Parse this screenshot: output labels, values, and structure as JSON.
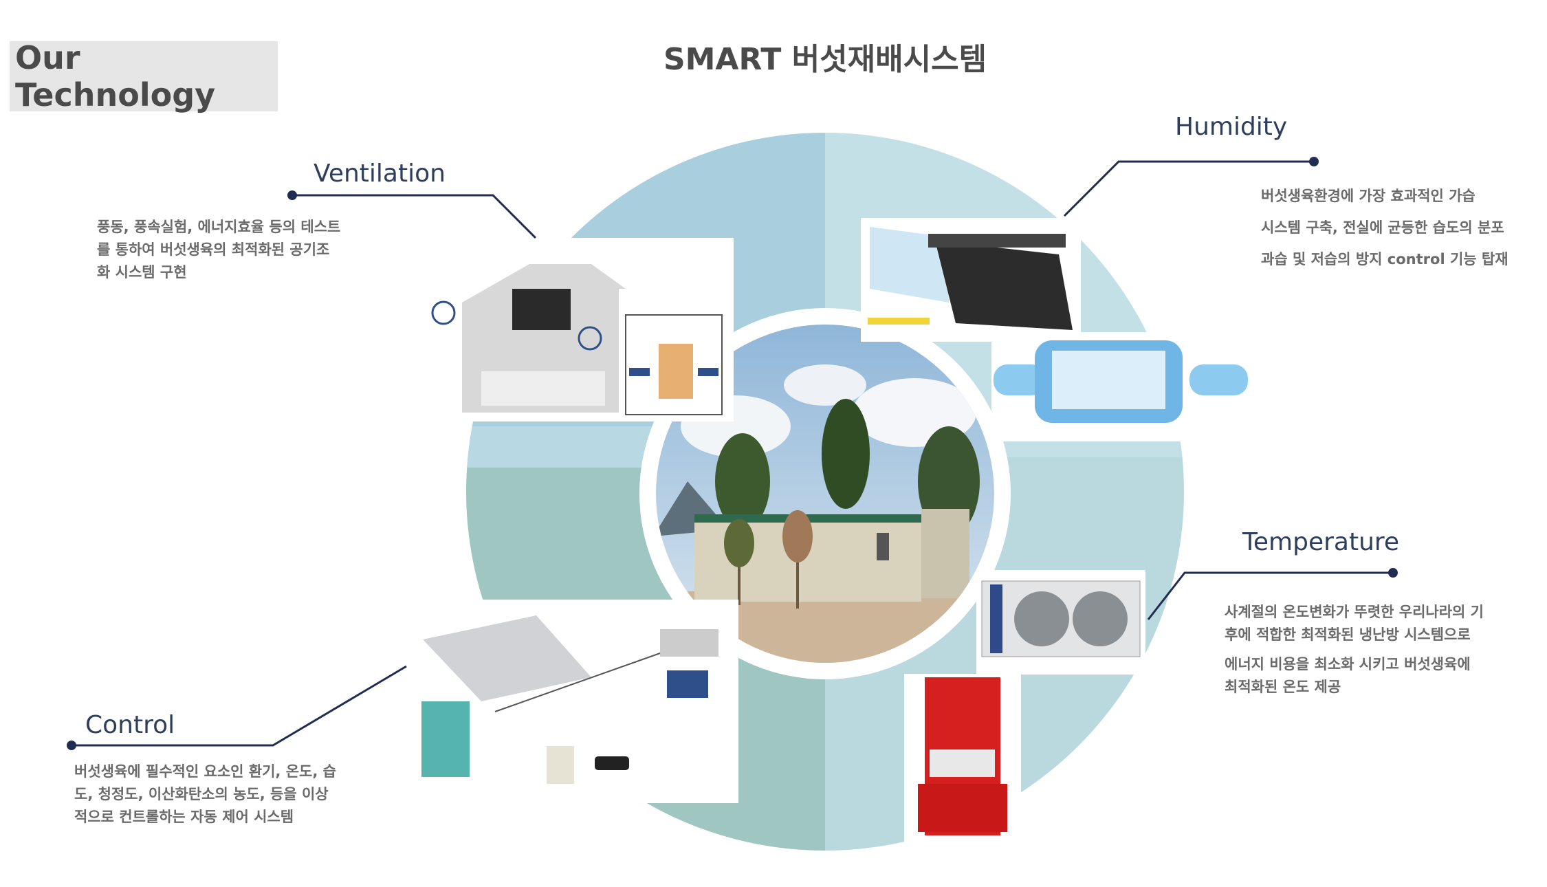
{
  "header": {
    "badge": "Our Technology",
    "title": "SMART 버섯재배시스템"
  },
  "sections": {
    "ventilation": {
      "label": "Ventilation",
      "lines": [
        "풍동, 풍속실험, 에너지효율 등의 테스트",
        "를 통하여 버섯생육의 최적화된 공기조",
        "화 시스템 구현"
      ]
    },
    "humidity": {
      "label": "Humidity",
      "lines": [
        "버섯생육환경에 가장 효과적인 가습",
        "시스템 구축, 전실에 균등한 습도의 분포",
        "과습 및 저습의 방지 control 기능 탑재"
      ]
    },
    "temperature": {
      "label": "Temperature",
      "lines": [
        "사계절의 온도변화가 뚜렷한 우리나라의 기",
        "후에 적합한 최적화된 냉난방 시스템으로",
        "에너지 비용을 최소화 시키고 버섯생육에",
        "최적화된 온도 제공"
      ]
    },
    "control": {
      "label": "Control",
      "lines": [
        "버섯생육에 필수적인 요소인 환기, 온도, 습",
        "도, 청정도, 이산화탄소의 농도, 등을 이상",
        "적으로 컨트롤하는 자동 제어 시스템"
      ]
    }
  },
  "colors": {
    "q_top_left": "#a9cfdf",
    "q_top_right": "#c4e0e7",
    "q_bottom_left": "#a0c6c2",
    "q_bottom_right": "#bad9df",
    "line": "#1f2d52"
  }
}
